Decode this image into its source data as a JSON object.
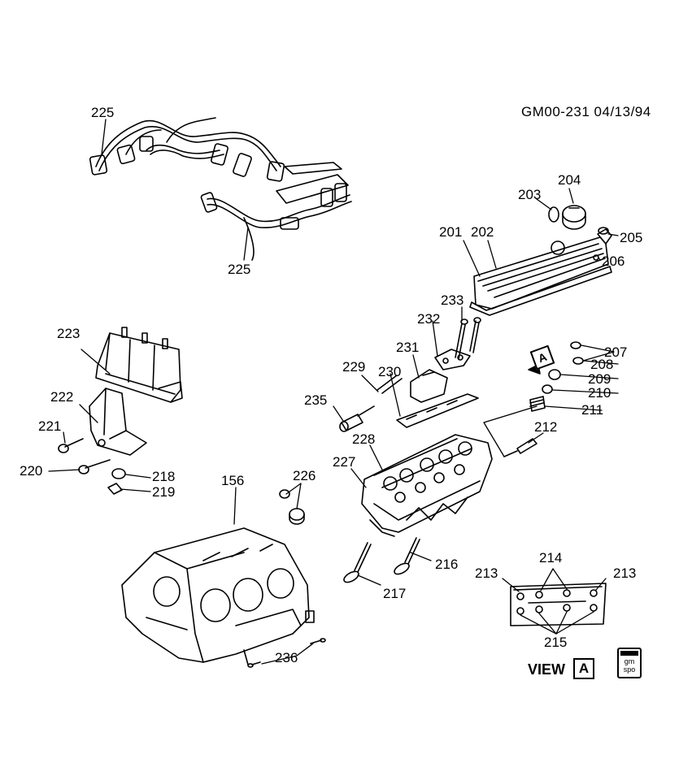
{
  "header": {
    "code": "GM00-231 04/13/94"
  },
  "view": {
    "label": "VIEW",
    "letter": "A",
    "tag_letter": "A"
  },
  "logo": {
    "line1": "gm",
    "line2": "spo"
  },
  "refs": {
    "r225a": "225",
    "r225b": "225",
    "r201": "201",
    "r202": "202",
    "r203": "203",
    "r204": "204",
    "r205": "205",
    "r206": "206",
    "r207": "207",
    "r208": "208",
    "r209": "209",
    "r210": "210",
    "r211": "211",
    "r212": "212",
    "r213a": "213",
    "r213b": "213",
    "r214": "214",
    "r215": "215",
    "r216": "216",
    "r217": "217",
    "r218": "218",
    "r219": "219",
    "r220": "220",
    "r221": "221",
    "r222": "222",
    "r223": "223",
    "r226": "226",
    "r227": "227",
    "r228": "228",
    "r229": "229",
    "r230": "230",
    "r231": "231",
    "r232": "232",
    "r233": "233",
    "r235": "235",
    "r236": "236",
    "r156": "156"
  }
}
